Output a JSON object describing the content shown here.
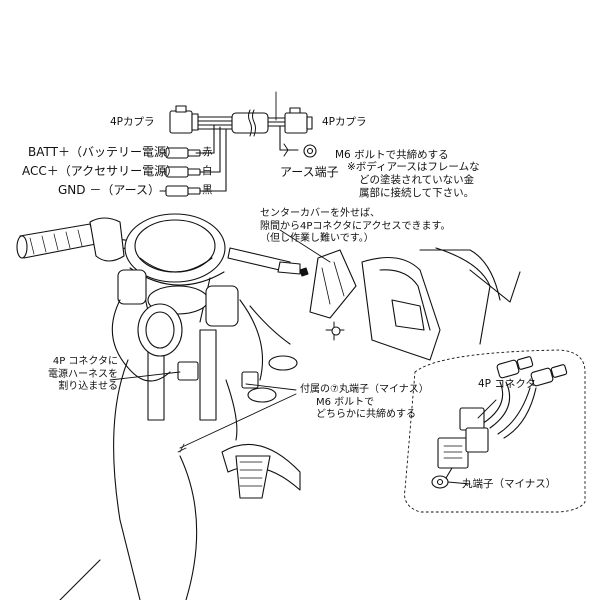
{
  "top": {
    "coupler_left": "4Pカプラ",
    "coupler_right": "4Pカプラ",
    "batt": "BATT＋（バッテリー電源）",
    "acc": "ACC＋（アクセサリー電源）",
    "gnd": "GND －（アース）",
    "wire_red": "赤",
    "wire_white": "白",
    "wire_black": "黒",
    "earth_terminal": "アース端子",
    "bolt_note": "M6 ボルトで共締めする",
    "body_earth_note": [
      "※ボディアースはフレームな",
      "どの塗装されていない金",
      "属部に接続して下さい。"
    ]
  },
  "mid": {
    "center_cover_note": [
      "センターカバーを外せば、",
      "隙間から4Pコネクタにアクセスできます。",
      "（但し作業し難いです。）"
    ]
  },
  "bottom": {
    "connector_note": [
      "4P コネクタに",
      "電源ハーネスを",
      "割り込ませる"
    ],
    "terminal_note": [
      "付属の⑦丸端子（マイナス）",
      "M6 ボルトで",
      "どちらかに共締めする"
    ],
    "inset_connector": "4P コネクタ",
    "inset_terminal": "丸端子（マイナス）"
  }
}
